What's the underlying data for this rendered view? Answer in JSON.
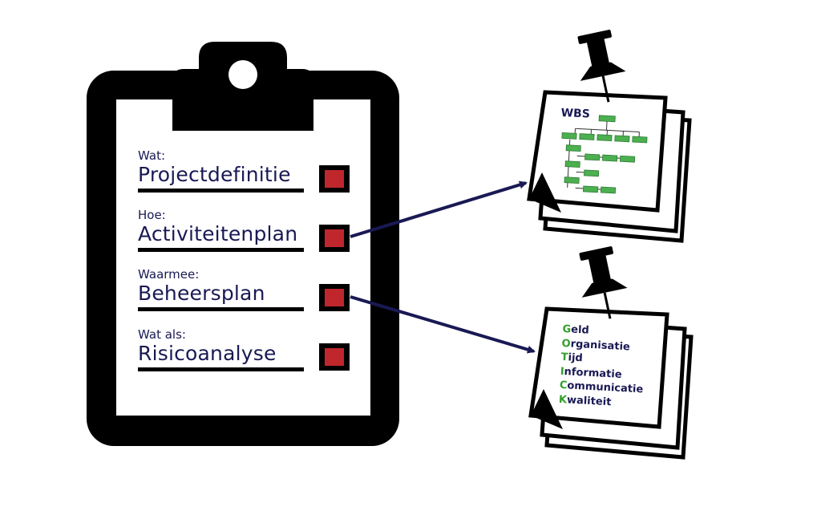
{
  "checklist": {
    "items": [
      {
        "question": "Wat:",
        "answer": "Projectdefinitie"
      },
      {
        "question": "Hoe:",
        "answer": "Activiteitenplan"
      },
      {
        "question": "Waarmee:",
        "answer": "Beheersplan"
      },
      {
        "question": "Wat als:",
        "answer": "Risicoanalyse"
      }
    ]
  },
  "note_wbs": {
    "title": "WBS"
  },
  "note_gotik": {
    "lines": [
      {
        "initial": "G",
        "rest": "eld"
      },
      {
        "initial": "O",
        "rest": "rganisatie"
      },
      {
        "initial": "T",
        "rest": "ijd"
      },
      {
        "initial": "I",
        "rest": "nformatie"
      },
      {
        "initial": "C",
        "rest": "ommunicatie"
      },
      {
        "initial": "K",
        "rest": "waliteit"
      }
    ]
  },
  "colors": {
    "ink": "#191954",
    "checkbox": "#c0272d",
    "wbs_box": "#4caf50",
    "initial": "#33a02c",
    "outline": "#000000"
  },
  "icons": [
    "clipboard-icon",
    "checkbox-icon",
    "pushpin-icon",
    "arrow-icon"
  ]
}
